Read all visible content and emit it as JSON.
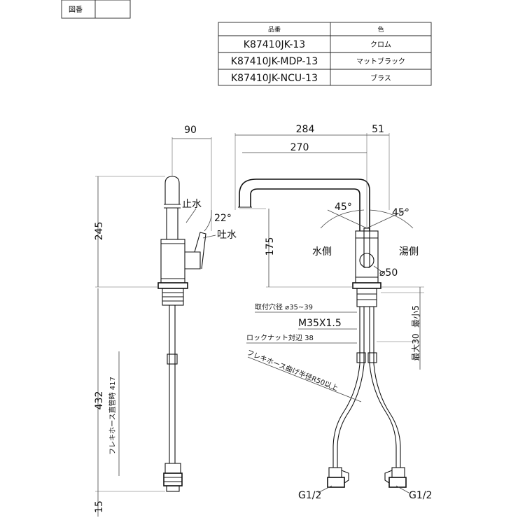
{
  "header": {
    "fig_no_label": "図番"
  },
  "table": {
    "col_product": "品番",
    "col_color": "色",
    "rows": [
      {
        "product": "K87410JK-13",
        "color": "クロム"
      },
      {
        "product": "K87410JK-MDP-13",
        "color": "マットブラック"
      },
      {
        "product": "K87410JK-NCU-13",
        "color": "ブラス"
      }
    ]
  },
  "dims": {
    "d90": "90",
    "d284": "284",
    "d51": "51",
    "d270": "270",
    "d245": "245",
    "d175": "175",
    "d432": "432",
    "d15": "15",
    "a22": "22°",
    "a45l": "45°",
    "a45r": "45°",
    "dia50": "⌀50"
  },
  "labels": {
    "stop_water": "止水",
    "spout_water": "吐水",
    "water_side": "水側",
    "hot_side": "湯側",
    "mount_hole": "取付穴径 ⌀35~39",
    "thread": "M35X1.5",
    "locknut": "ロックナット対辺 38",
    "max30": "最大30",
    "min5": "最小5",
    "flex_hose_straight": "フレキホース直管時 417",
    "flex_hose_bend": "フレキホース曲げ半径R50以上",
    "g_left": "G1/2",
    "g_right": "G1/2"
  }
}
